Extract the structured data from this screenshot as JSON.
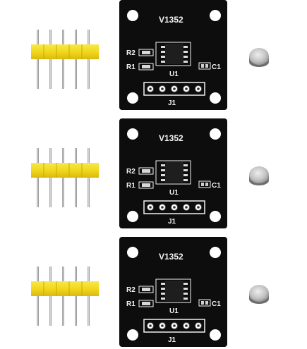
{
  "scene": {
    "kit_sets": [
      {
        "pin_header": {
          "pin_count": 5
        },
        "module_board": {
          "label_board": "V1352",
          "label_r2": "R2",
          "label_r1": "R1",
          "label_u1": "U1",
          "label_c1": "C1",
          "label_j1": "J1",
          "connector_pin_count": 5
        },
        "magnet": {}
      },
      {
        "pin_header": {
          "pin_count": 5
        },
        "module_board": {
          "label_board": "V1352",
          "label_r2": "R2",
          "label_r1": "R1",
          "label_u1": "U1",
          "label_c1": "C1",
          "label_j1": "J1",
          "connector_pin_count": 5
        },
        "magnet": {}
      },
      {
        "pin_header": {
          "pin_count": 5
        },
        "module_board": {
          "label_board": "V1352",
          "label_r2": "R2",
          "label_r1": "R1",
          "label_u1": "U1",
          "label_c1": "C1",
          "label_j1": "J1",
          "connector_pin_count": 5
        },
        "magnet": {}
      }
    ],
    "colors": {
      "pcb": "#0d0d0d",
      "silkscreen": "#f2f2f2",
      "header_plastic": "#f2df1e",
      "header_pin": "#a9a9a9",
      "magnet": "#bdbdbd"
    }
  }
}
